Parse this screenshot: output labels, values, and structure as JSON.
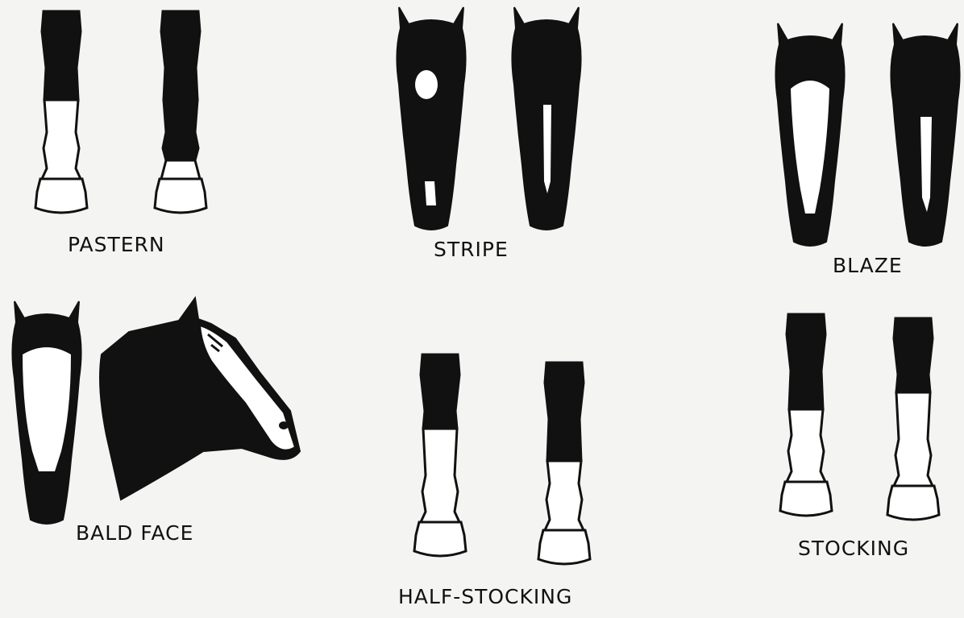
{
  "labels": {
    "pastern": "PASTERN",
    "stripe": "STRIPE",
    "blaze": "BLAZE",
    "bald_face": "BALD FACE",
    "half_stocking": "HALF-STOCKING",
    "stocking": "STOCKING"
  },
  "colors": {
    "ink": "#111111",
    "white_marking": "#ffffff",
    "background": "#f4f4f2"
  }
}
